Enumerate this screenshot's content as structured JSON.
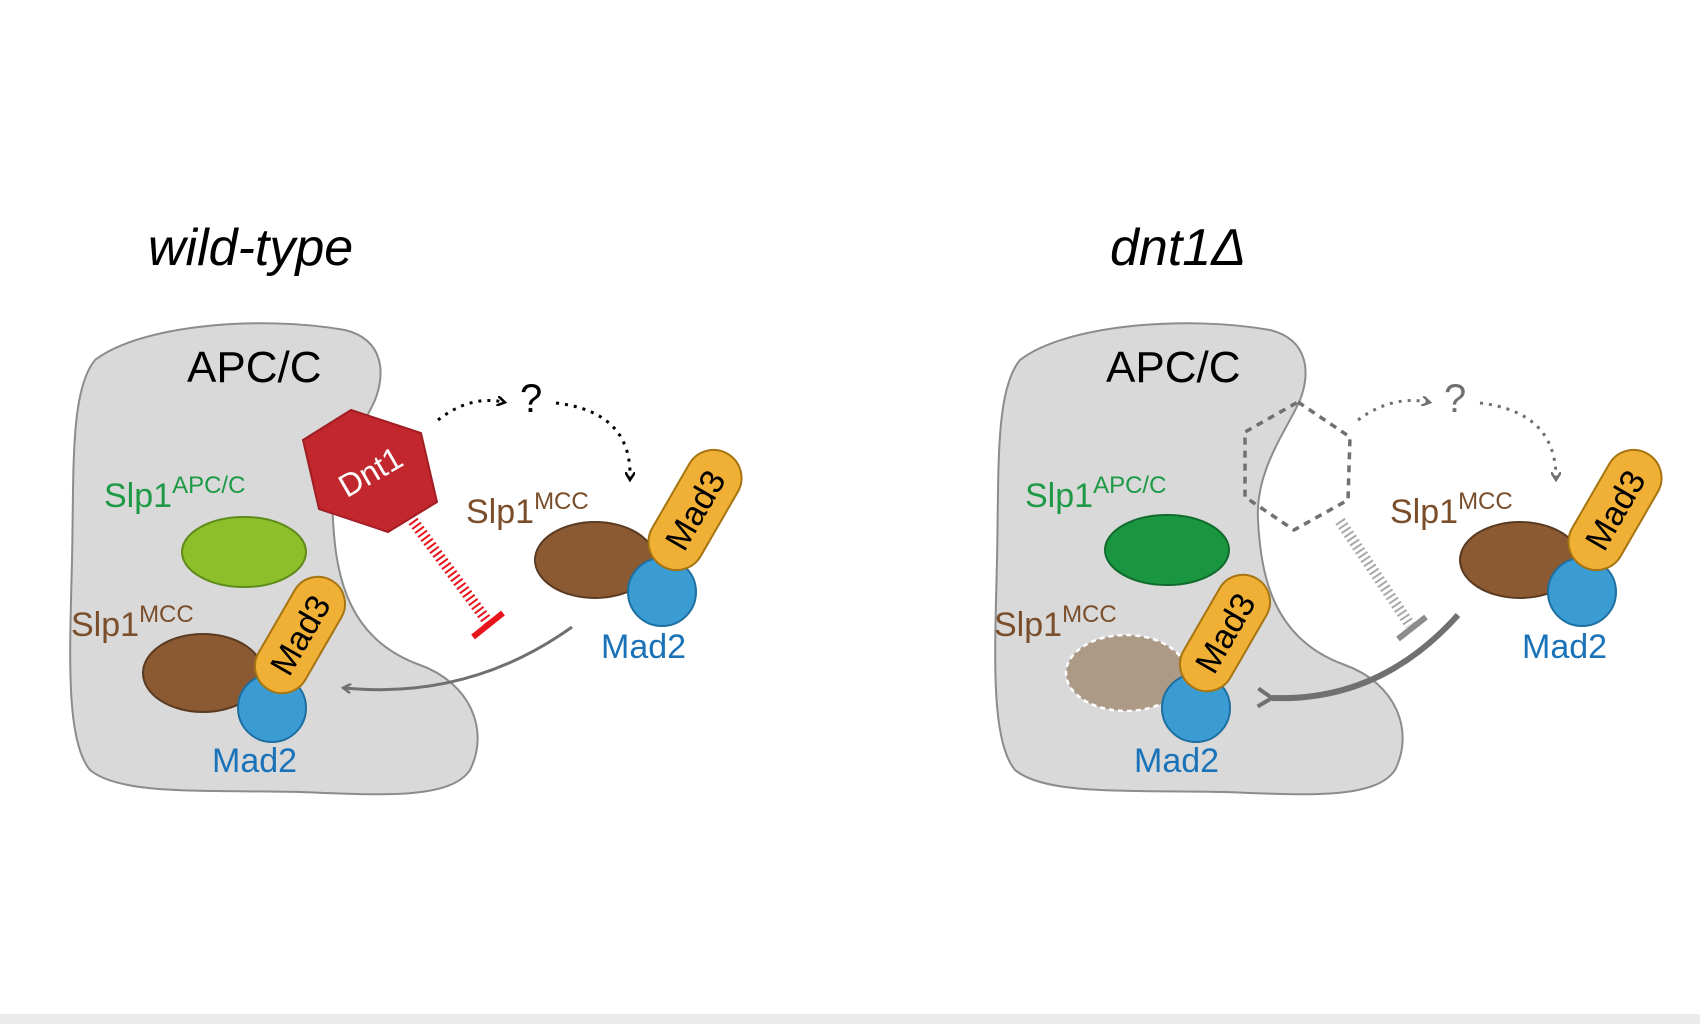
{
  "panels": {
    "wild_type": {
      "title": "wild-type",
      "complex_label": "APC/C",
      "dnt1_label": "Dnt1",
      "question_mark": "?",
      "slp1_apcc": {
        "base": "Slp1",
        "superscript": "APC/C"
      },
      "slp1_mcc_inside": {
        "base": "Slp1",
        "superscript": "MCC"
      },
      "slp1_mcc_free": {
        "base": "Slp1",
        "superscript": "MCC"
      },
      "mad3_inside": "Mad3",
      "mad3_free": "Mad3",
      "mad2_inside": "Mad2",
      "mad2_free": "Mad2"
    },
    "dnt1_delta": {
      "title": "dnt1Δ",
      "complex_label": "APC/C",
      "question_mark": "?",
      "slp1_apcc": {
        "base": "Slp1",
        "superscript": "APC/C"
      },
      "slp1_mcc_inside": {
        "base": "Slp1",
        "superscript": "MCC"
      },
      "slp1_mcc_free": {
        "base": "Slp1",
        "superscript": "MCC"
      },
      "mad3_inside": "Mad3",
      "mad3_free": "Mad3",
      "mad2_inside": "Mad2",
      "mad2_free": "Mad2"
    }
  },
  "colors": {
    "apcc_body": "#d9d9d9",
    "dnt1": "#c1272d",
    "slp1_apcc_wt": "#8cbf2a",
    "slp1_apcc_mut": "#1b9640",
    "slp1_mcc": "#8b5a33",
    "slp1_mcc_faded": "#ad9a86",
    "mad3": "#f0b035",
    "mad2": "#3a9cd3",
    "label_green": "#1e9a46",
    "label_brown": "#7a4e2a",
    "label_blue": "#1a73b8",
    "inhibition_red": "#e8141c"
  }
}
